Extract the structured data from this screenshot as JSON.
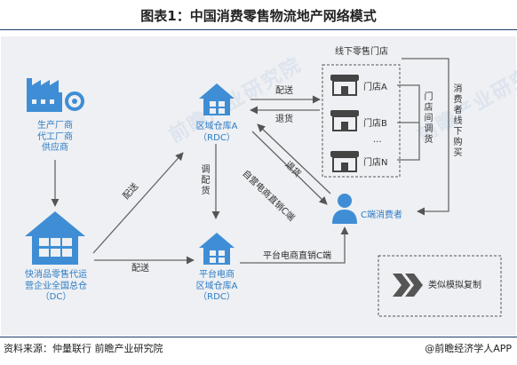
{
  "title": "图表1：中国消费零售物流地产网络模式",
  "nodes": {
    "suppliers": [
      "生产厂商",
      "代工厂商",
      "供应商"
    ],
    "dc": [
      "快消品零售代运",
      "营企业全国总仓",
      "（DC）"
    ],
    "rdc_top": [
      "区域仓库A",
      "（RDC）"
    ],
    "rdc_bottom": [
      "平台电商",
      "区域仓库A",
      "（RDC）"
    ],
    "offline_group_title": "线下零售门店",
    "store_a": "门店A",
    "store_b": "门店B",
    "store_ellipsis": "···",
    "store_n": "门店N",
    "consumer": "C端消费者",
    "similar_mode": "类似模拟复制"
  },
  "edges": {
    "dc_to_rdc_top": "配送",
    "dc_to_rdc_bottom": "配送",
    "rdc_to_stores": "配送",
    "stores_to_rdc": "退货",
    "rdc_transfer": "调配货",
    "rdc_to_consumer": "自营电商直销C端",
    "consumer_return": "退货",
    "platform_to_consumer": "平台电商直销C端",
    "store_transfer": "门店间调货",
    "consumer_offline_purchase": "消费者线下购买"
  },
  "watermark": [
    "前瞻产业研究院",
    "前瞻产业研究院"
  ],
  "footer": {
    "source": "资料来源：仲量联行 前瞻产业研究院",
    "brand": "@前瞻经济学人APP"
  }
}
